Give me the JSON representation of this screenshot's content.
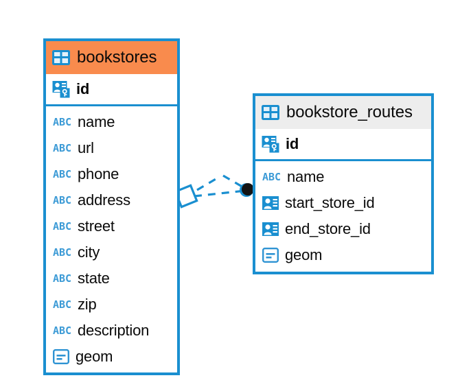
{
  "diagram": {
    "type": "entity-relationship-diagram",
    "background_color": "#FFFFFF",
    "accent_color": "#1A8FD0",
    "highlight_color": "#F98B4D",
    "neutral_header_color": "#EDEDED",
    "entities": [
      {
        "name": "bookstores",
        "header_color": "#F98B4D",
        "header_icon": "table-icon",
        "primary_key": {
          "label": "id",
          "icon": "primary-key-icon"
        },
        "columns": [
          {
            "label": "name",
            "icon": "text-type-icon"
          },
          {
            "label": "url",
            "icon": "text-type-icon"
          },
          {
            "label": "phone",
            "icon": "text-type-icon"
          },
          {
            "label": "address",
            "icon": "text-type-icon"
          },
          {
            "label": "street",
            "icon": "text-type-icon"
          },
          {
            "label": "city",
            "icon": "text-type-icon"
          },
          {
            "label": "state",
            "icon": "text-type-icon"
          },
          {
            "label": "zip",
            "icon": "text-type-icon"
          },
          {
            "label": "description",
            "icon": "text-type-icon"
          },
          {
            "label": "geom",
            "icon": "geometry-type-icon"
          }
        ]
      },
      {
        "name": "bookstore_routes",
        "header_color": "#EDEDED",
        "header_icon": "table-icon",
        "primary_key": {
          "label": "id",
          "icon": "primary-key-icon"
        },
        "columns": [
          {
            "label": "name",
            "icon": "text-type-icon"
          },
          {
            "label": "start_store_id",
            "icon": "foreign-key-icon"
          },
          {
            "label": "end_store_id",
            "icon": "foreign-key-icon"
          },
          {
            "label": "geom",
            "icon": "geometry-type-icon"
          }
        ]
      }
    ],
    "relationship": {
      "from_entity": "bookstores",
      "to_entity": "bookstore_routes",
      "line_style": "dashed",
      "line_color": "#1A8FD0",
      "source_marker": "diamond-marker",
      "target_marker": "filled-circle-marker",
      "target_marker_color": "#141414"
    }
  }
}
